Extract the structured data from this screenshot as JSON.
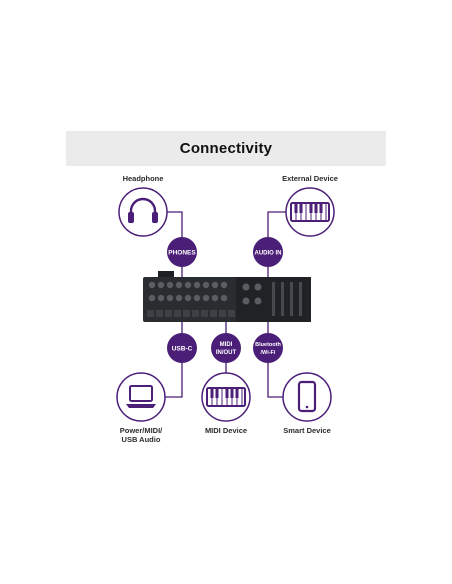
{
  "title": "Connectivity",
  "colors": {
    "accent": "#4b1e78",
    "line": "#4b1e78",
    "banner_bg": "#ebebeb",
    "device_body": "#2a2d30"
  },
  "devices": {
    "headphone": {
      "label": "Headphone",
      "icon": "headphones-icon"
    },
    "external": {
      "label": "External Device",
      "icon": "keyboard-icon"
    },
    "computer": {
      "label_line1": "Power/MIDI/",
      "label_line2": "USB Audio",
      "icon": "laptop-icon"
    },
    "midi": {
      "label": "MIDI Device",
      "icon": "keyboard-icon"
    },
    "smart": {
      "label": "Smart Device",
      "icon": "smartphone-icon"
    }
  },
  "ports": {
    "phones": {
      "label": "PHONES"
    },
    "audio_in": {
      "label": "AUDIO IN"
    },
    "usb_c": {
      "label": "USB-C"
    },
    "midi_io": {
      "label_line1": "MIDI",
      "label_line2": "IN/OUT"
    },
    "bt_wifi": {
      "label_line1": "Bluetooth",
      "label_line2": "/Wi-Fi"
    }
  }
}
